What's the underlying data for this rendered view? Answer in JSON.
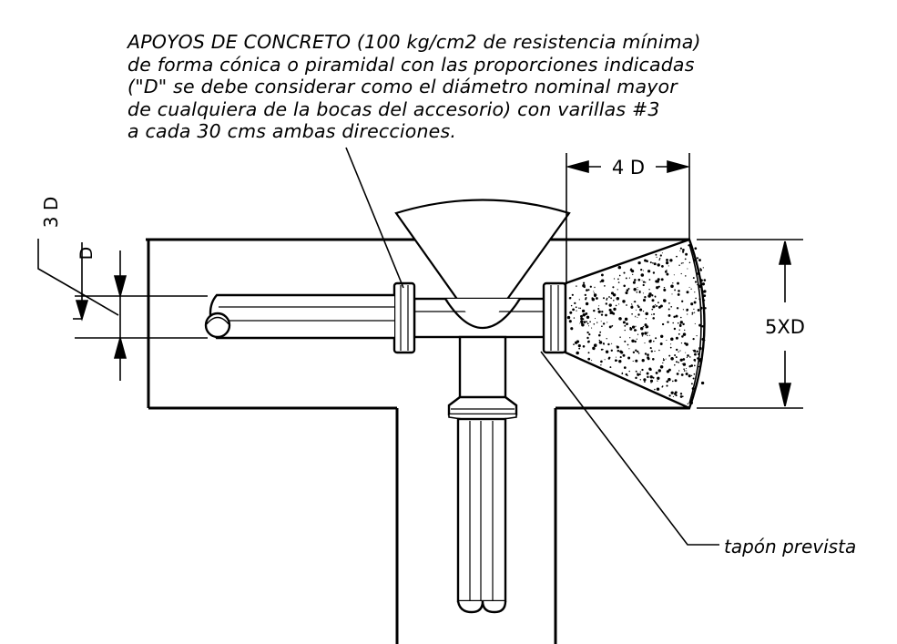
{
  "note_lines": [
    "APOYOS DE CONCRETO (100 kg/cm2 de resistencia mínima)",
    "de forma cónica o piramidal con las proporciones indicadas",
    "(\"D\" se debe considerar como el diámetro nominal mayor",
    "de cualquiera de la bocas del accesorio) con varillas #3",
    "a cada 30 cms  ambas direcciones."
  ],
  "dimensions": {
    "width_label": "4 D",
    "height_label": "5XD",
    "depth_label": "3 D",
    "pipe_label": "D"
  },
  "callout": "tapón prevista"
}
